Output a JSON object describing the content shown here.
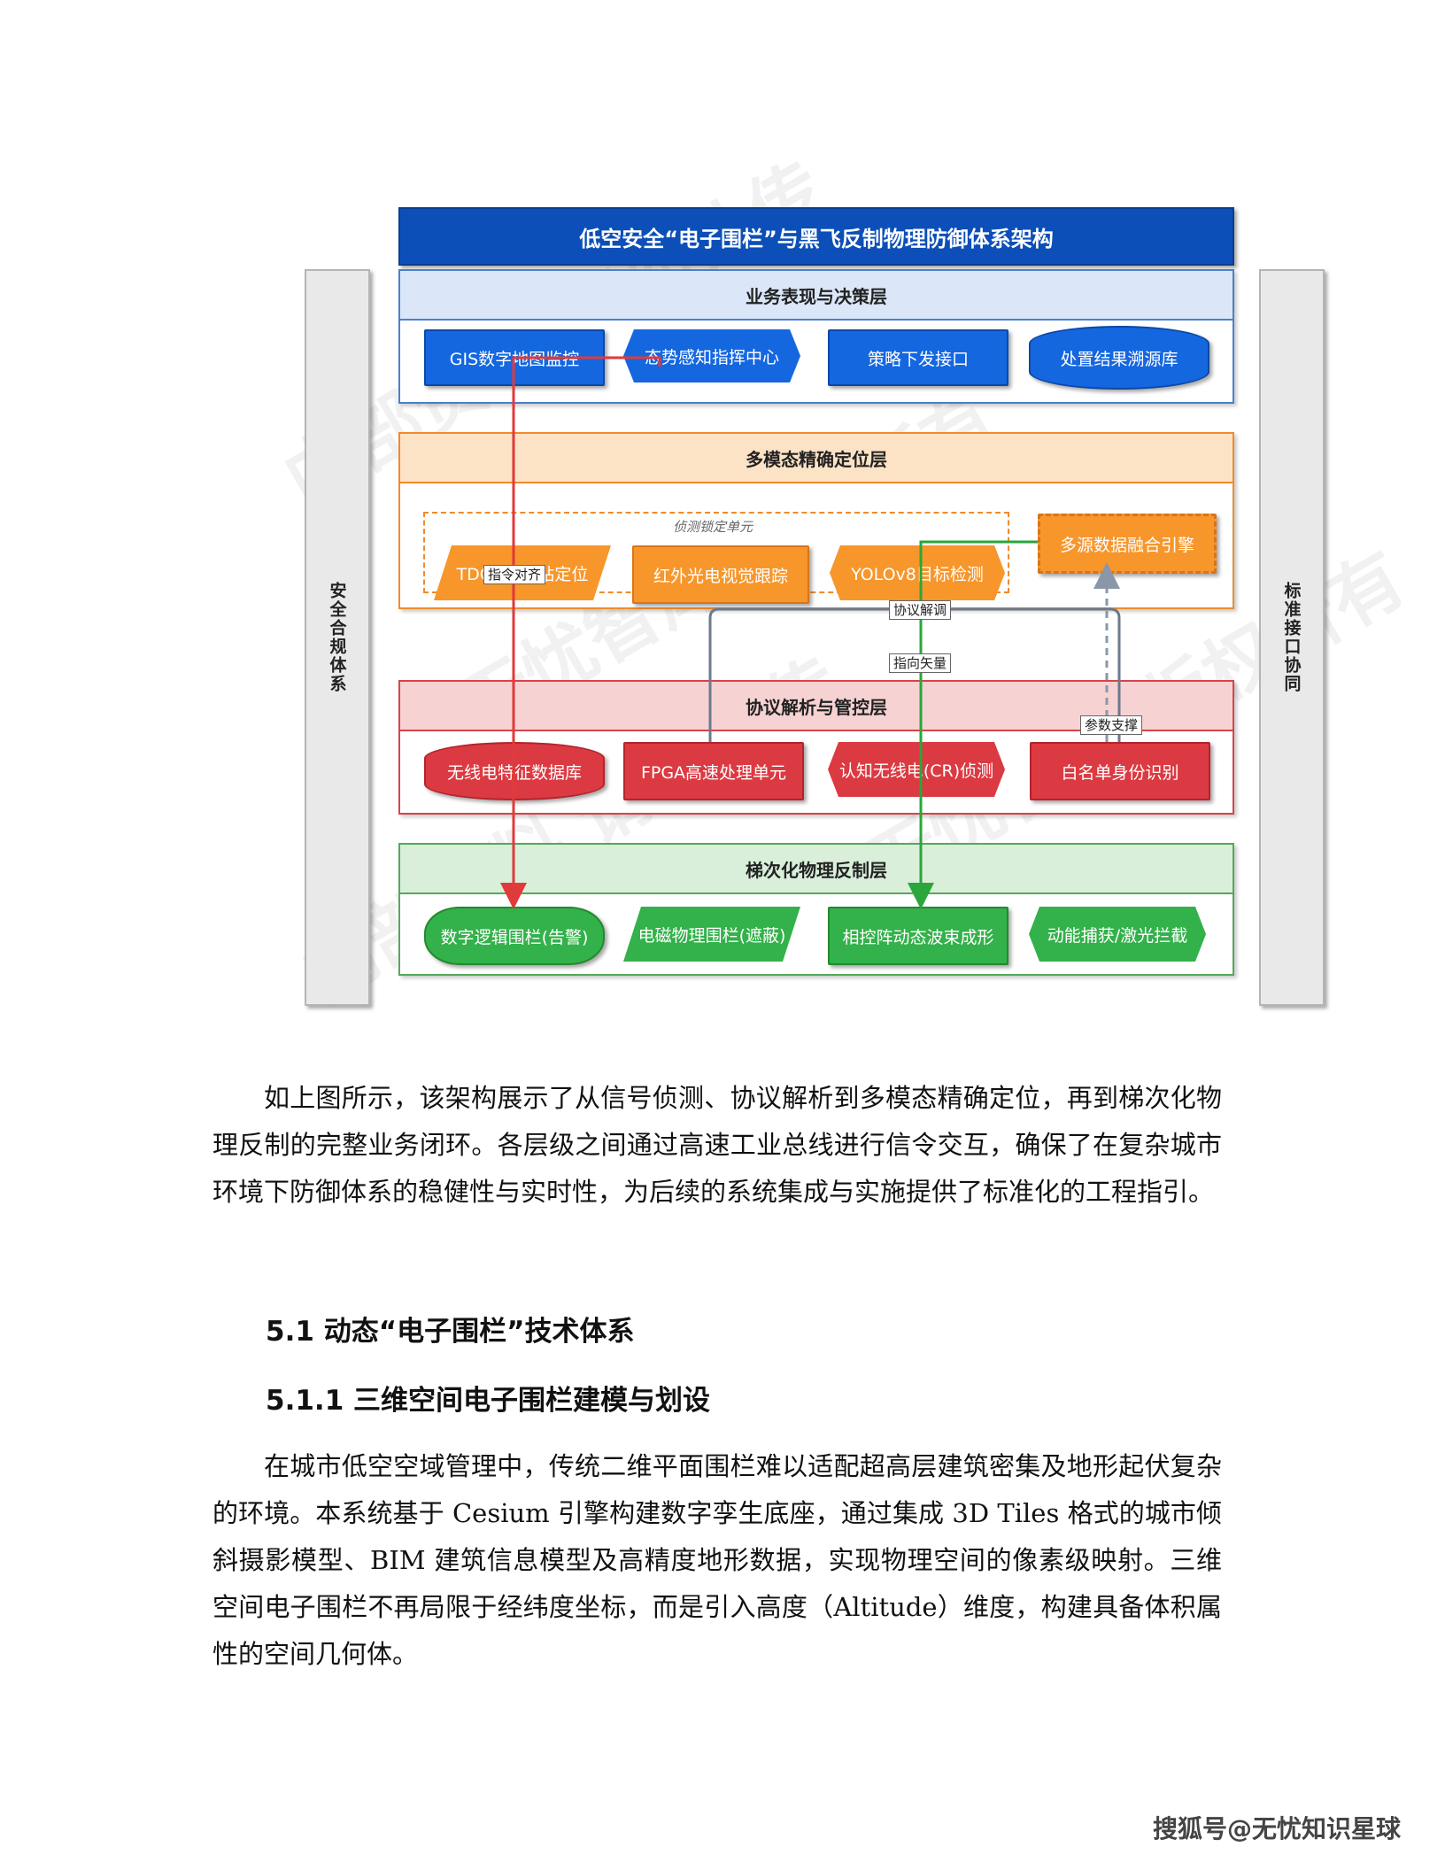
{
  "diagram": {
    "title": "低空安全“电子围栏”与黑飞反制物理防御体系架构",
    "left_sidebar": "安全合规体系",
    "right_sidebar": "标准接口协同",
    "layers": [
      {
        "label": "业务表现与决策层",
        "nodes": [
          "GIS数字地图监控",
          "态势感知指挥中心",
          "策略下发接口",
          "处置结果溯源库"
        ]
      },
      {
        "label": "多模态精确定位层",
        "group_label": "侦测锁定单元",
        "nodes": [
          "TDOA时差站定位",
          "红外光电视觉跟踪",
          "YOLOv8目标检测",
          "多源数据融合引擎"
        ]
      },
      {
        "label": "协议解析与管控层",
        "nodes": [
          "无线电特征数据库",
          "FPGA高速处理单元",
          "认知无线电(CR)侦测",
          "白名单身份识别"
        ]
      },
      {
        "label": "梯次化物理反制层",
        "nodes": [
          "数字逻辑围栏(告警)",
          "电磁物理围栏(遮蔽)",
          "相控阵动态波束成形",
          "动能捕获/激光拦截"
        ]
      }
    ],
    "edge_labels": [
      "指令对齐",
      "协议解调",
      "指向矢量",
      "参数支撑"
    ],
    "watermarks": [
      "内部资料 请勿外传",
      "©无忧智库 版权所有"
    ]
  },
  "body": {
    "para1": "如上图所示，该架构展示了从信号侦测、协议解析到多模态精确定位，再到梯次化物理反制的完整业务闭环。各层级之间通过高速工业总线进行信令交互，确保了在复杂城市环境下防御体系的稳健性与实时性，为后续的系统集成与实施提供了标准化的工程指引。",
    "heading1": "5.1 动态“电子围栏”技术体系",
    "heading2": "5.1.1 三维空间电子围栏建模与划设",
    "para2": "在城市低空空域管理中，传统二维平面围栏难以适配超高层建筑密集及地形起伏复杂的环境。本系统基于 Cesium 引擎构建数字孪生底座，通过集成 3D Tiles 格式的城市倾斜摄影模型、BIM 建筑信息模型及高精度地形数据，实现物理空间的像素级映射。三维空间电子围栏不再局限于经纬度坐标，而是引入高度（Altitude）维度，构建具备体积属性的空间几何体。"
  },
  "footer": {
    "brand": "搜狐号@无忧知识星球"
  },
  "colors": {
    "title_blue": "#0d4fb8",
    "node_blue": "#1567e0",
    "orange": "#f7962b",
    "red": "#dc3a42",
    "green": "#33b14a",
    "flow_red": "#e03a3a",
    "flow_green": "#2aa63a",
    "flow_gray": "#6b7a8c"
  }
}
